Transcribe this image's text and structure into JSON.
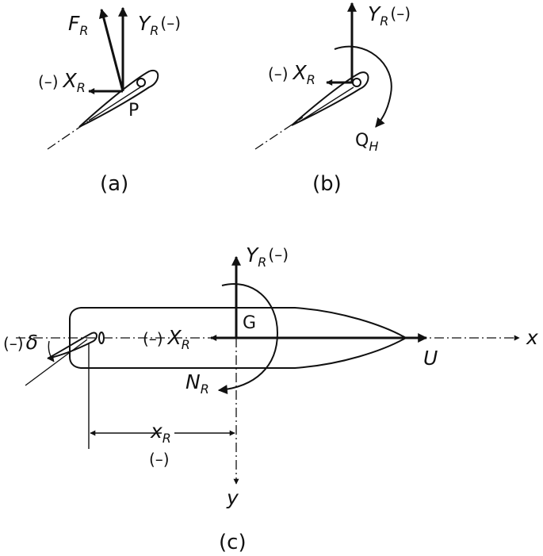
{
  "panels": {
    "a": {
      "caption": "(a)",
      "force_resultant": {
        "main": "F",
        "sub": "R"
      },
      "lateral_force": {
        "main": "Y",
        "sub": "R",
        "sign": "(–)"
      },
      "longitudinal_force": {
        "sign": "(–)",
        "main": "X",
        "sub": "R"
      },
      "pivot_point": "P"
    },
    "b": {
      "caption": "(b)",
      "lateral_force": {
        "main": "Y",
        "sub": "R",
        "sign": "(–)"
      },
      "longitudinal_force": {
        "sign": "(–)",
        "main": "X",
        "sub": "R"
      },
      "hinge_moment": {
        "main": "Q",
        "sub": "H"
      }
    },
    "c": {
      "caption": "(c)",
      "lateral_force": {
        "main": "Y",
        "sub": "R",
        "sign": "(–)"
      },
      "longitudinal_force": {
        "sign": "(–)",
        "main": "X",
        "sub": "R"
      },
      "center_of_gravity": "G",
      "yaw_moment": {
        "main": "N",
        "sub": "R"
      },
      "rudder_angle": {
        "sign": "(–)",
        "main": "δ"
      },
      "rudder_position": {
        "main": "x",
        "sub": "R",
        "sign": "(–)"
      },
      "speed": "U",
      "x_axis": "x",
      "y_axis": "y"
    }
  }
}
